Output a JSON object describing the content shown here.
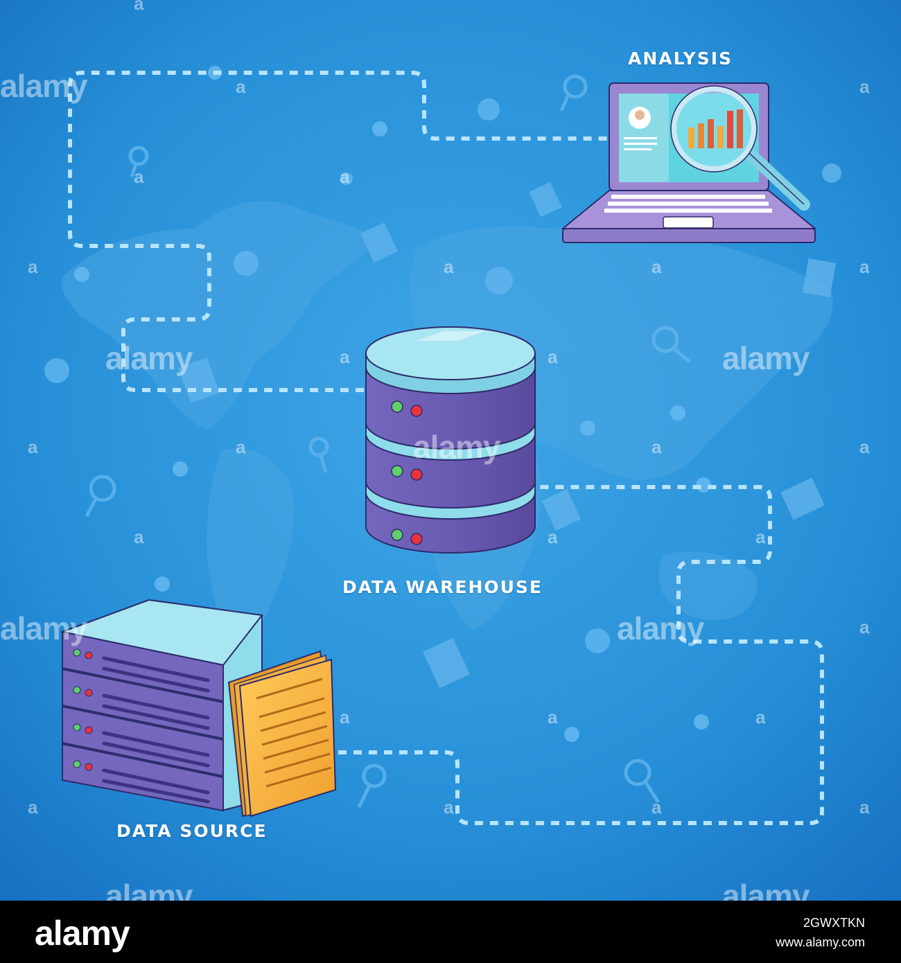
{
  "diagram": {
    "nodes": {
      "analysis": {
        "label": "ANALYSIS"
      },
      "warehouse": {
        "label": "DATA WAREHOUSE"
      },
      "source": {
        "label": "DATA SOURCE"
      }
    }
  },
  "footer": {
    "logo": "alamy",
    "image_id": "2GWXTKN",
    "url": "www.alamy.com"
  },
  "watermark": {
    "word": "alamy",
    "letter": "a"
  },
  "colors": {
    "background": "#1f84d0",
    "background_light": "#3da4e4",
    "path": "#b8e4ff",
    "server_purple": "#6a5bb0",
    "server_cyan": "#8fdcea",
    "led_green": "#5fd06a",
    "led_red": "#e8333a",
    "document_orange": "#f2a93a",
    "laptop_purple": "#9b86d2"
  }
}
